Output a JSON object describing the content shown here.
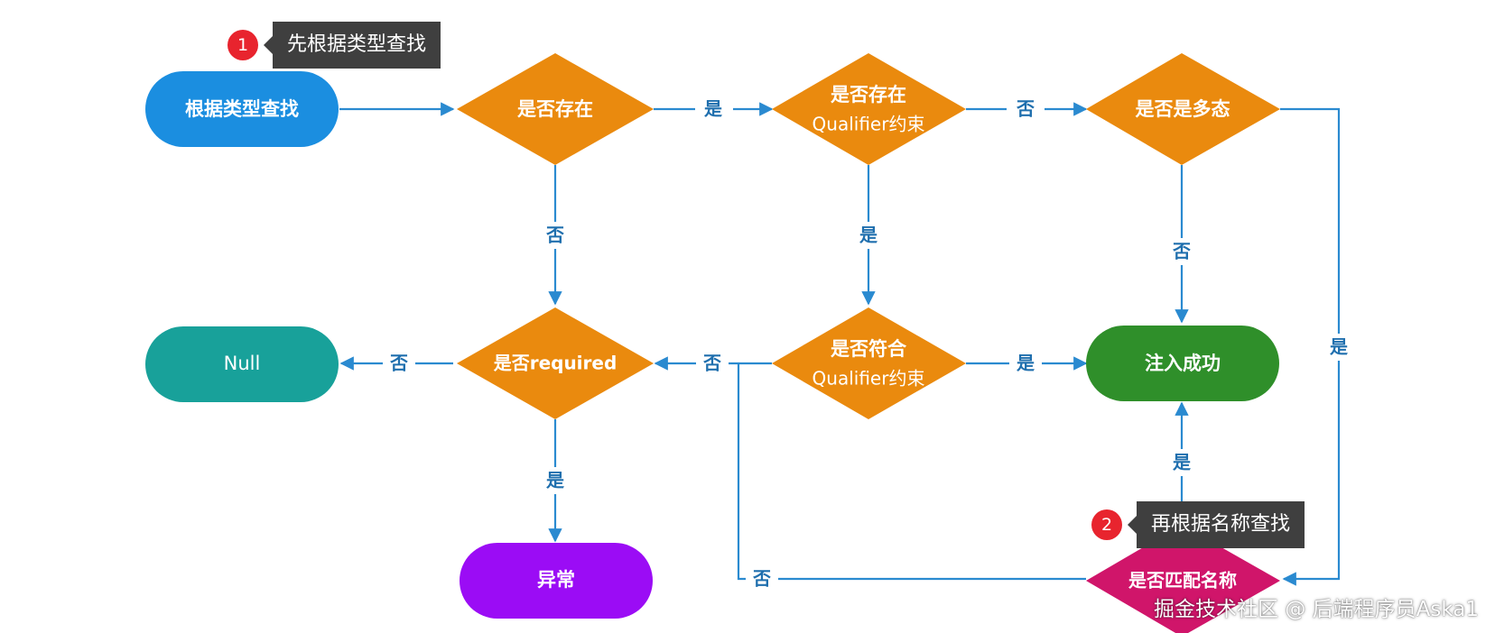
{
  "colors": {
    "blue_node": "#1b8ee0",
    "orange_node": "#ea8a0e",
    "teal_node": "#18a19a",
    "green_node": "#2f8f2a",
    "purple_node": "#9b0cf5",
    "magenta_node": "#d0156a",
    "edge": "#2a8ad0",
    "edge_label": "#1f6fae",
    "callout_bg": "#3f3f3f",
    "badge": "#e8242e"
  },
  "nodes": {
    "start": "根据类型查找",
    "exists": "是否存在",
    "has_qualifier_line1": "是否存在",
    "has_qualifier_line2": "Qualifier约束",
    "is_polymorphic": "是否是多态",
    "null": "Null",
    "required": "是否required",
    "match_qualifier_line1": "是否符合",
    "match_qualifier_line2": "Qualifier约束",
    "inject_success": "注入成功",
    "exception": "异常",
    "match_name": "是否匹配名称"
  },
  "edge_labels": {
    "exists_yes": "是",
    "exists_no": "否",
    "has_qualifier_no": "否",
    "has_qualifier_yes": "是",
    "polymorphic_no": "否",
    "polymorphic_yes": "是",
    "required_no": "否",
    "required_yes": "是",
    "match_qualifier_no": "否",
    "match_qualifier_yes": "是",
    "match_name_yes": "是",
    "match_name_no": "否"
  },
  "callouts": [
    {
      "number": "1",
      "text": "先根据类型查找"
    },
    {
      "number": "2",
      "text": "再根据名称查找"
    }
  ],
  "watermark": "掘金技术社区 @ 后端程序员Aska1"
}
